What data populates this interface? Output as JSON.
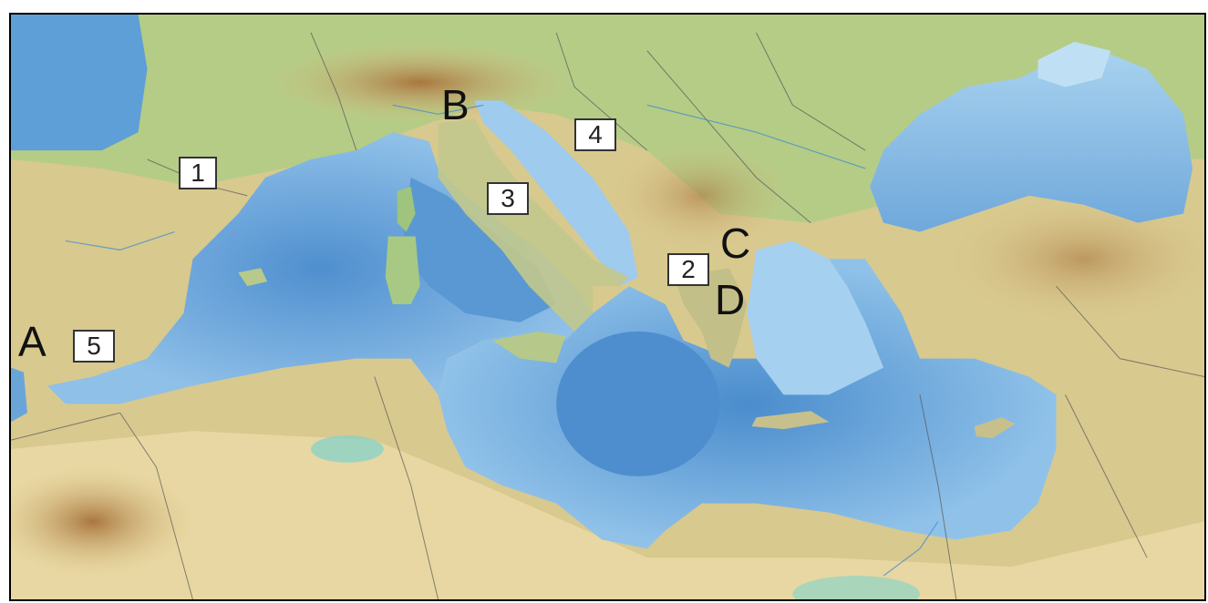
{
  "map": {
    "colors": {
      "deep_sea": "#5b9bd5",
      "shallow_sea": "#bfe0f4",
      "lowland": "#a9cf86",
      "highland": "#e2d09a",
      "mountain": "#b98a55",
      "desert": "#ead9a6",
      "border": "#000000"
    },
    "letter_labels": [
      {
        "id": "a",
        "text": "A"
      },
      {
        "id": "b",
        "text": "B"
      },
      {
        "id": "c",
        "text": "C"
      },
      {
        "id": "d",
        "text": "D"
      }
    ],
    "number_labels": [
      {
        "id": "1",
        "text": "1"
      },
      {
        "id": "2",
        "text": "2"
      },
      {
        "id": "3",
        "text": "3"
      },
      {
        "id": "4",
        "text": "4"
      },
      {
        "id": "5",
        "text": "5"
      }
    ]
  }
}
